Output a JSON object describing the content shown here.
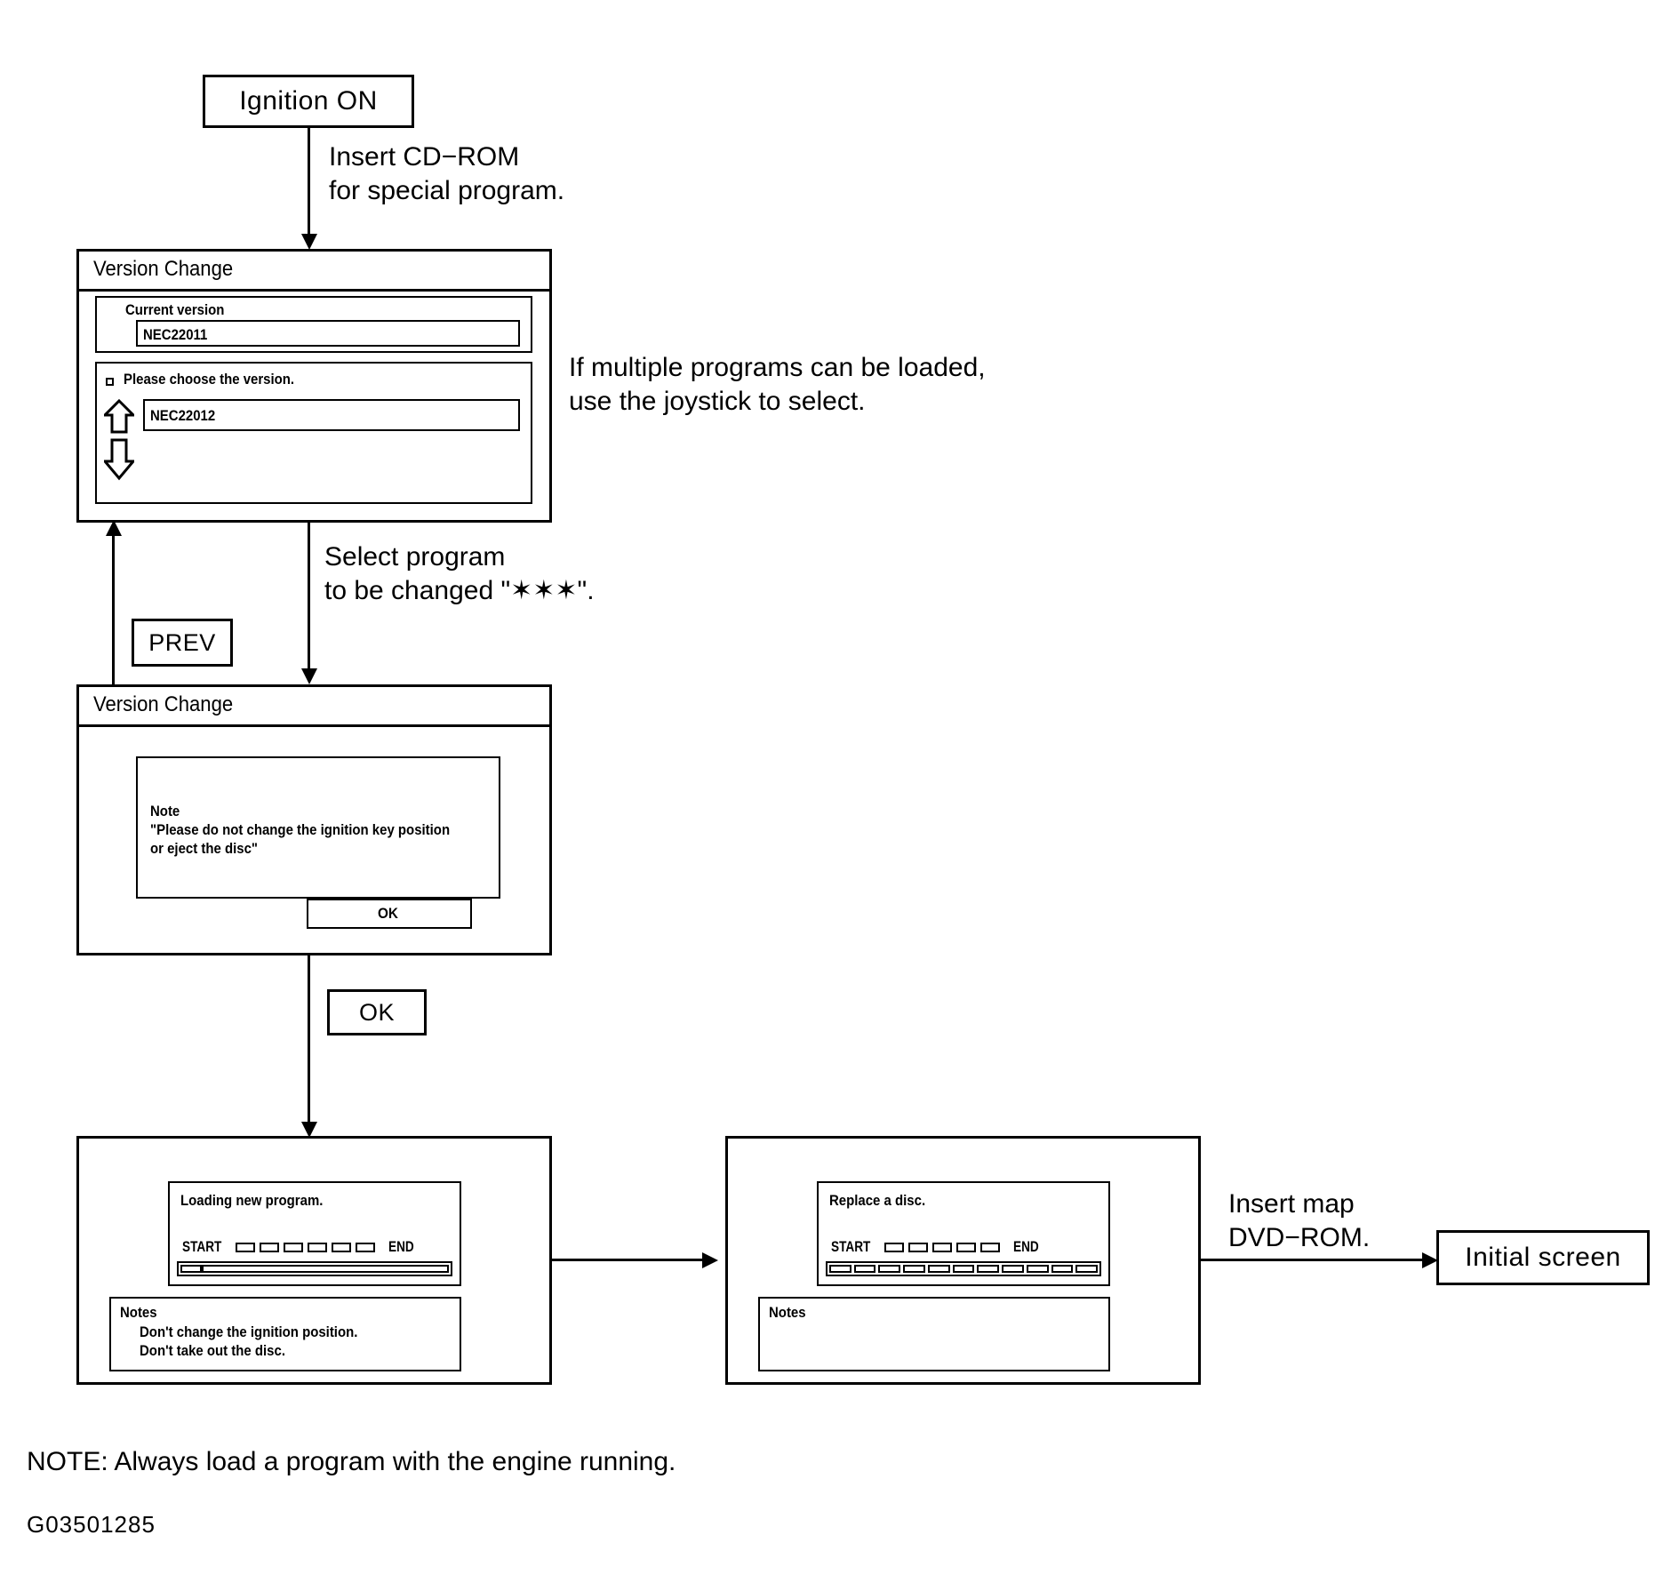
{
  "diagram": {
    "title_nodes": {
      "ignition_on": "Ignition ON",
      "prev_button": "PREV",
      "ok_button": "OK",
      "initial_screen": "Initial screen"
    },
    "flow_labels": {
      "insert_cdrom": "Insert CD−ROM\nfor special program.",
      "multiple_programs": "If multiple programs can be loaded,\nuse the joystick to select.",
      "select_program": "Select program\nto be changed \"✶✶✶\".",
      "insert_map_dvd": "Insert map\nDVD−ROM."
    },
    "screen1": {
      "title": "Version Change",
      "current_version_label": "Current version",
      "current_version_value": "NEC22011",
      "choose_prompt": "Please choose the version.",
      "selected_version": "NEC22012"
    },
    "screen2": {
      "title": "Version Change",
      "note_heading": "Note",
      "note_body": "\"Please do not change the ignition key position\nor eject the disc\"",
      "ok_label": "OK"
    },
    "screen3": {
      "status": "Loading new program.",
      "progress_start": "START",
      "progress_end": "END",
      "progress_segments": 6,
      "progress_percent": 8,
      "notes_heading": "Notes",
      "notes_body": "Don't change the ignition position.\nDon't take out the disc."
    },
    "screen4": {
      "status": "Replace a disc.",
      "progress_start": "START",
      "progress_end": "END",
      "progress_segments": 5,
      "progress_cells": 11,
      "notes_heading": "Notes",
      "notes_body": ""
    },
    "footer": {
      "note": "NOTE: Always load a program with the engine running.",
      "figure_id": "G03501285"
    }
  }
}
